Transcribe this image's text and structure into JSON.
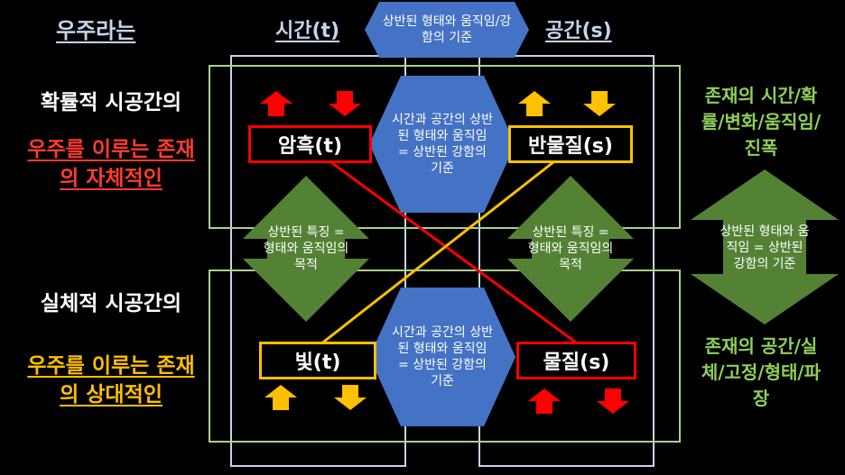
{
  "header": {
    "universe": "우주라는",
    "time": "시간(t)",
    "space": "공간(s)",
    "top_arrow": "상반된 형태와 움직임/강함의 기준"
  },
  "left": {
    "prob_title": "확률적 시공간의",
    "prob_sub": "우주를 이루는 존재의 자체적인",
    "real_title": "실체적 시공간의",
    "real_sub": "우주를 이루는 존재의 상대적인"
  },
  "center": {
    "upper_hex": "시간과 공간의 상반된 형태와 움직임 = 상반된 강함의 기준",
    "lower_hex": "시간과 공간의 상반된 형태와 움직임 = 상반된 강함의 기준",
    "left_arrow": "상반된 특징 = 형태와 움직임의 목적",
    "right_arrow": "상반된 특징 = 형태와 움직임의 목적"
  },
  "boxes": {
    "darkness": "암흑(t)",
    "antimatter": "반물질(s)",
    "light": "빛(t)",
    "matter": "물질(s)"
  },
  "right": {
    "time_text": "존재의 시간/확률/변화/움직임/진폭",
    "arrow_text": "상반된 형태와 움직임 = 상반된 강함의 기준",
    "space_text": "존재의 공간/실체/고정/형태/파장"
  },
  "colors": {
    "red": "#ff0000",
    "orange": "#ffc000",
    "blue": "#4472c4",
    "green": "#548235",
    "light_green": "#a9d18e",
    "light_blue": "#c5d4ec"
  }
}
